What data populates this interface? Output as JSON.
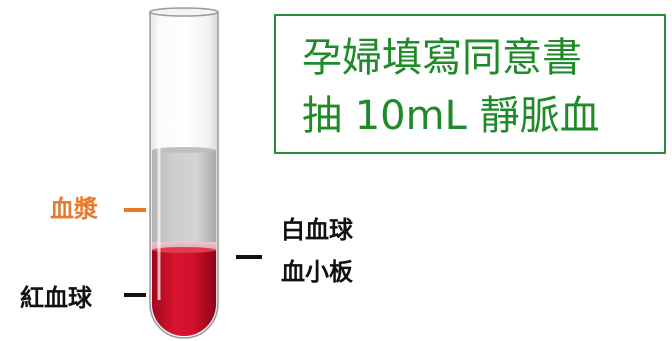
{
  "labels": {
    "plasma": "血漿",
    "red_blood_cells": "紅血球",
    "white_blood_cells": "白血球",
    "platelets": "血小板"
  },
  "info_box": {
    "line1": "孕婦填寫同意書",
    "line2": "抽 10mL 靜脈血"
  },
  "colors": {
    "plasma_label": "#e8782a",
    "info_text": "#1e8a2a",
    "info_border": "#2e8b3a",
    "blood": "#c8102e",
    "plasma": "#c9c9cb"
  }
}
